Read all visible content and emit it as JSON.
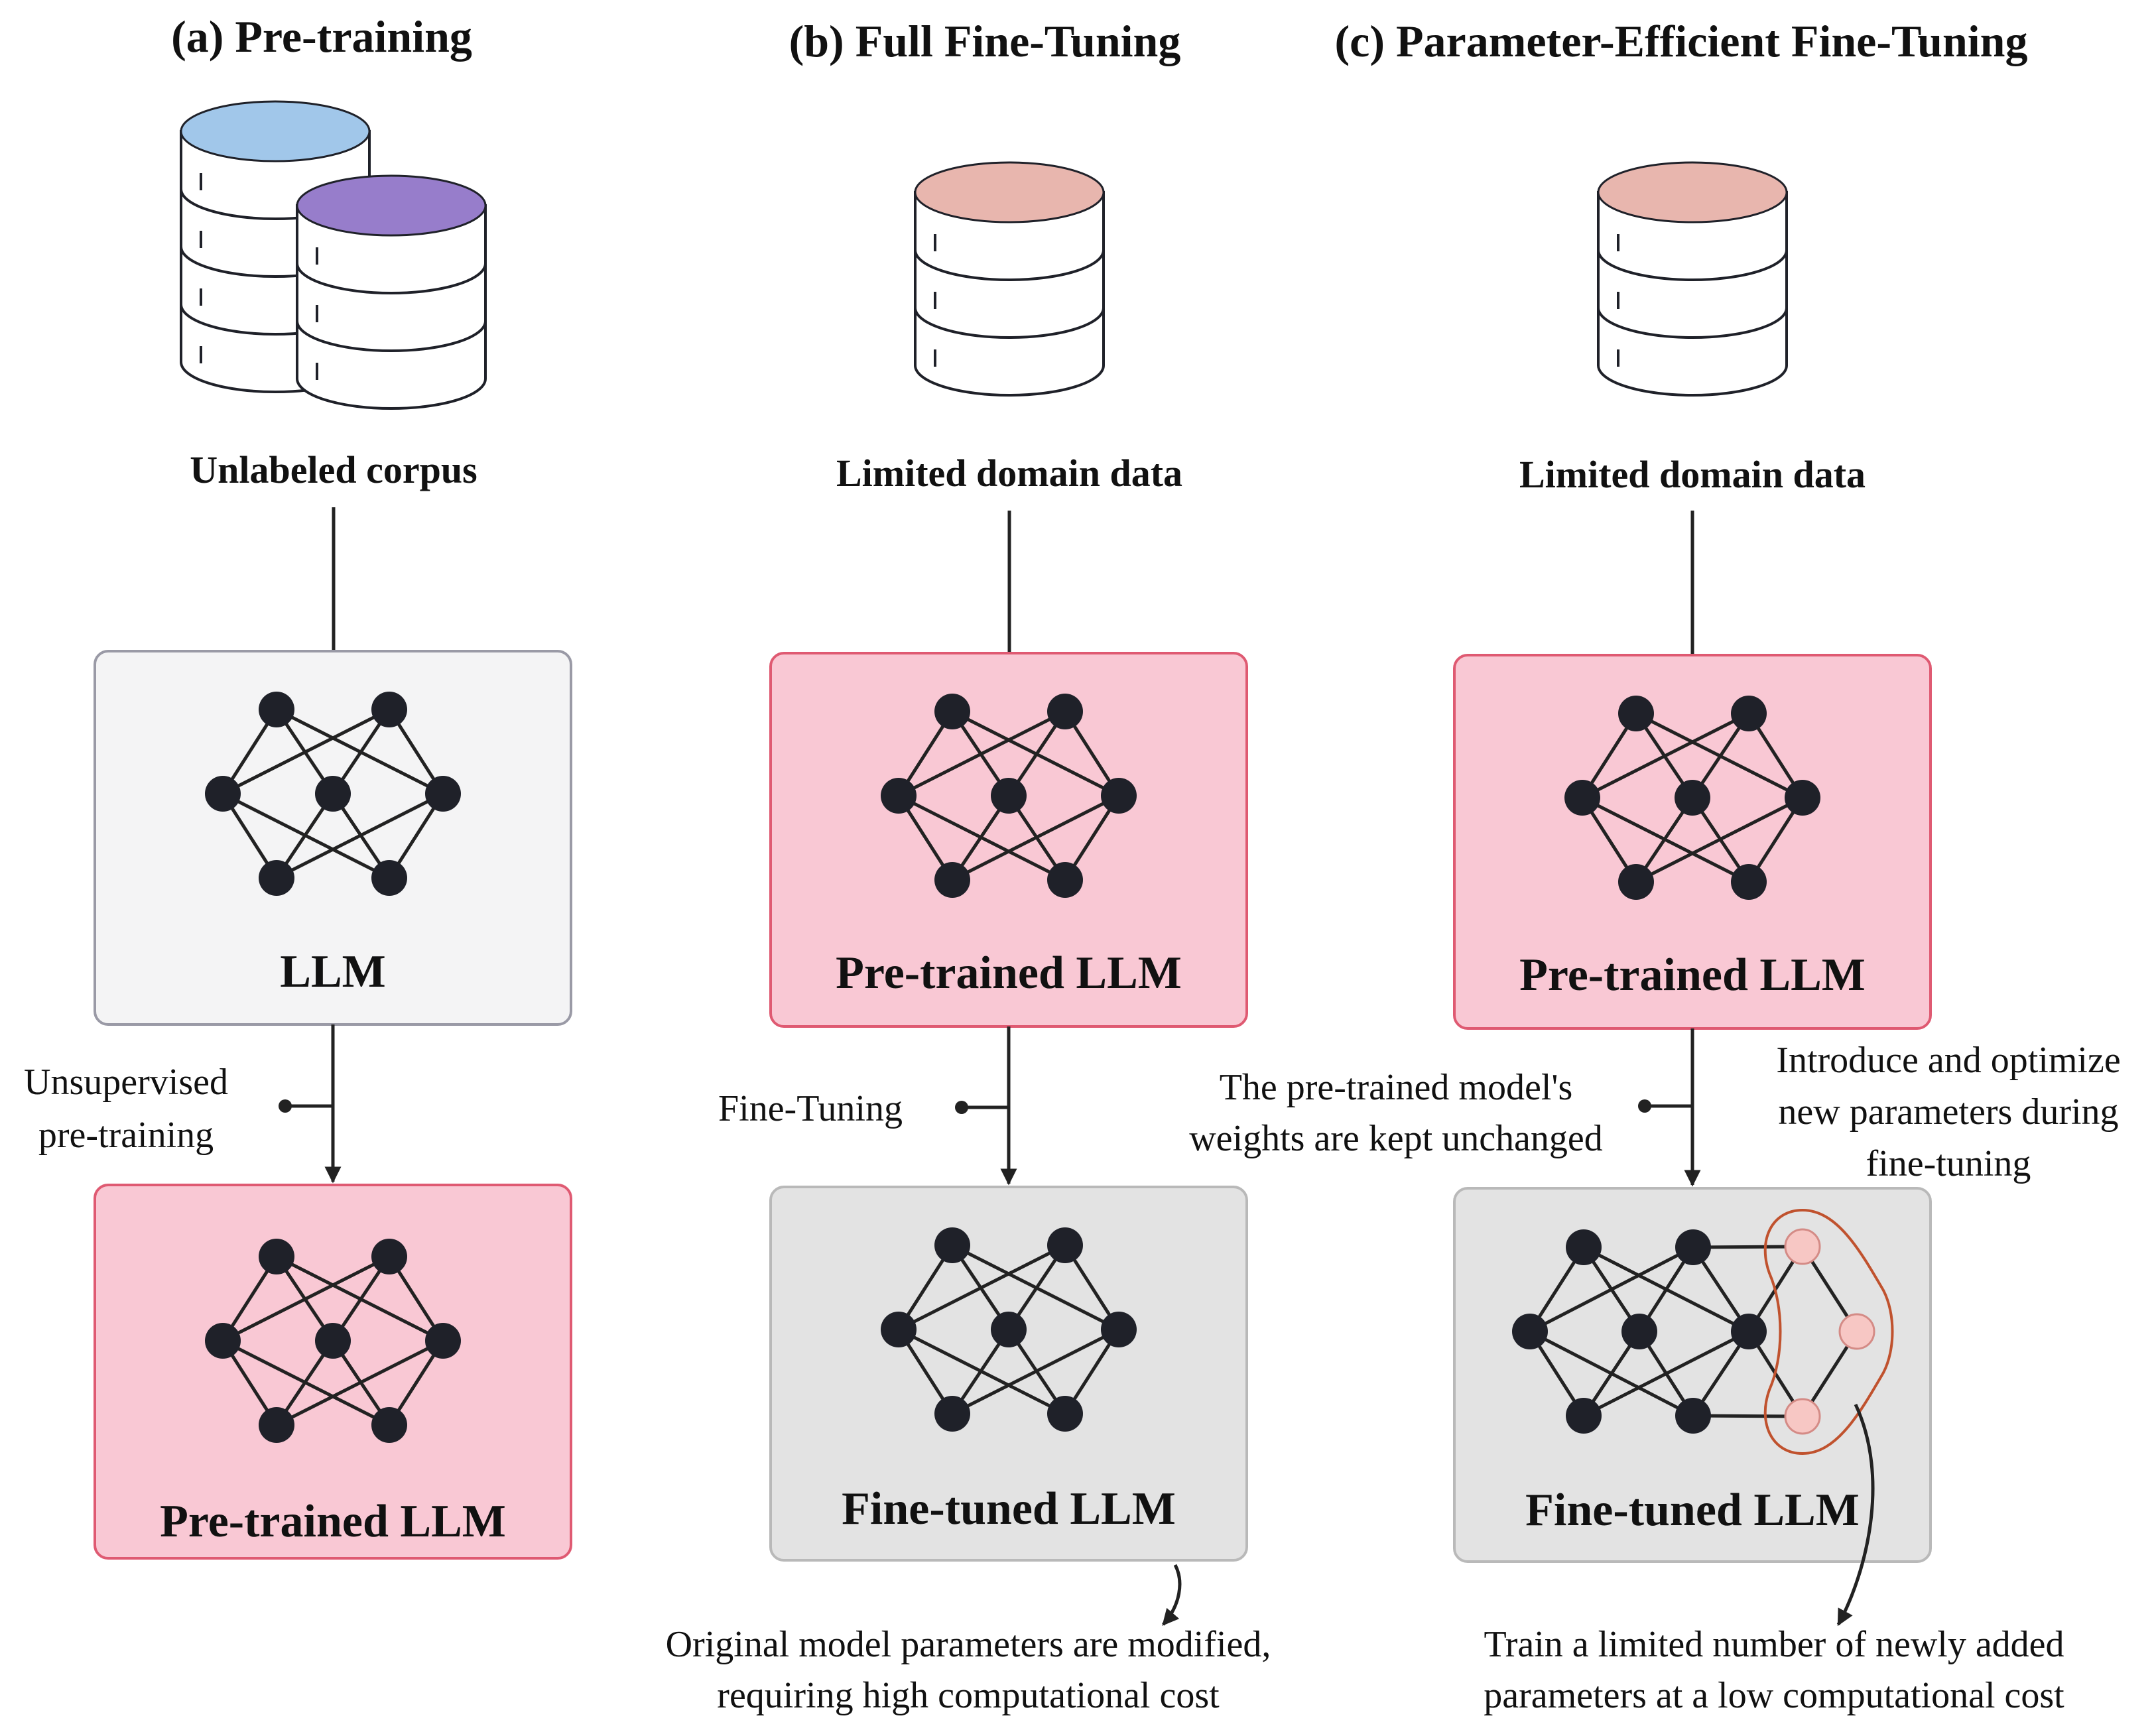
{
  "colors": {
    "pink_fill": "#f9c8d4",
    "pink_border": "#df5a72",
    "gray_light_fill": "#f4f4f5",
    "gray_fill": "#e3e3e3",
    "gray_border": "#b9b9b9",
    "db_blue": "#a1c7ea",
    "db_purple": "#977dcb",
    "db_salmon": "#e8b6ae",
    "new_param_fill": "#f7c7c4",
    "new_param_outline": "#c0522e",
    "node": "#1f2129"
  },
  "panels": [
    {
      "title": "(a) Pre-training",
      "data_label": "Unlabeled corpus",
      "top_box": "LLM",
      "bottom_box": "Pre-trained LLM",
      "edge_label": [
        "Unsupervised",
        "pre-training"
      ]
    },
    {
      "title": "(b) Full Fine-Tuning",
      "data_label": "Limited domain data",
      "top_box": "Pre-trained LLM",
      "bottom_box": "Fine-tuned LLM",
      "edge_label": [
        "Fine-Tuning"
      ],
      "note": [
        "Original model parameters are modified,",
        "requiring high computational cost"
      ]
    },
    {
      "title": "(c) Parameter-Efficient Fine-Tuning",
      "data_label": "Limited domain data",
      "top_box": "Pre-trained LLM",
      "bottom_box": "Fine-tuned LLM",
      "edge_label_left": [
        "The pre-trained model's",
        "weights are kept unchanged"
      ],
      "edge_label_right": [
        "Introduce and optimize",
        "new parameters during",
        "fine-tuning"
      ],
      "note": [
        "Train a limited number of newly added",
        "parameters at a low computational cost"
      ]
    }
  ]
}
